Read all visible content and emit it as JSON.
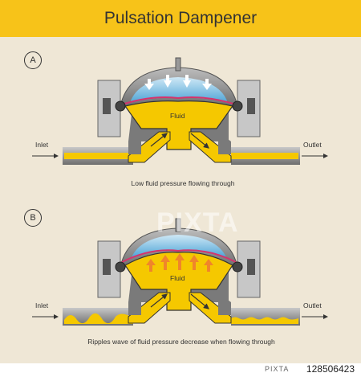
{
  "title": "Pulsation Dampener",
  "diagrams": [
    {
      "label": "A",
      "inlet": "Inlet",
      "outlet": "Outlet",
      "fluid": "Fluid",
      "caption": "Low fluid pressure flowing through"
    },
    {
      "label": "B",
      "inlet": "Inlet",
      "outlet": "Outlet",
      "fluid": "Fluid",
      "caption": "Ripples wave of fluid pressure decrease when flowing through"
    }
  ],
  "watermark": "PIXTA",
  "stock_id": "128506423",
  "stock_logo": "PIXTA",
  "colors": {
    "header": "#f7c319",
    "background": "#efe7d6",
    "fluid": "#f5c800",
    "pipe": "#8a8a8a",
    "bladder_air": "#6fb6df",
    "arrow_b": "#f0852a"
  }
}
